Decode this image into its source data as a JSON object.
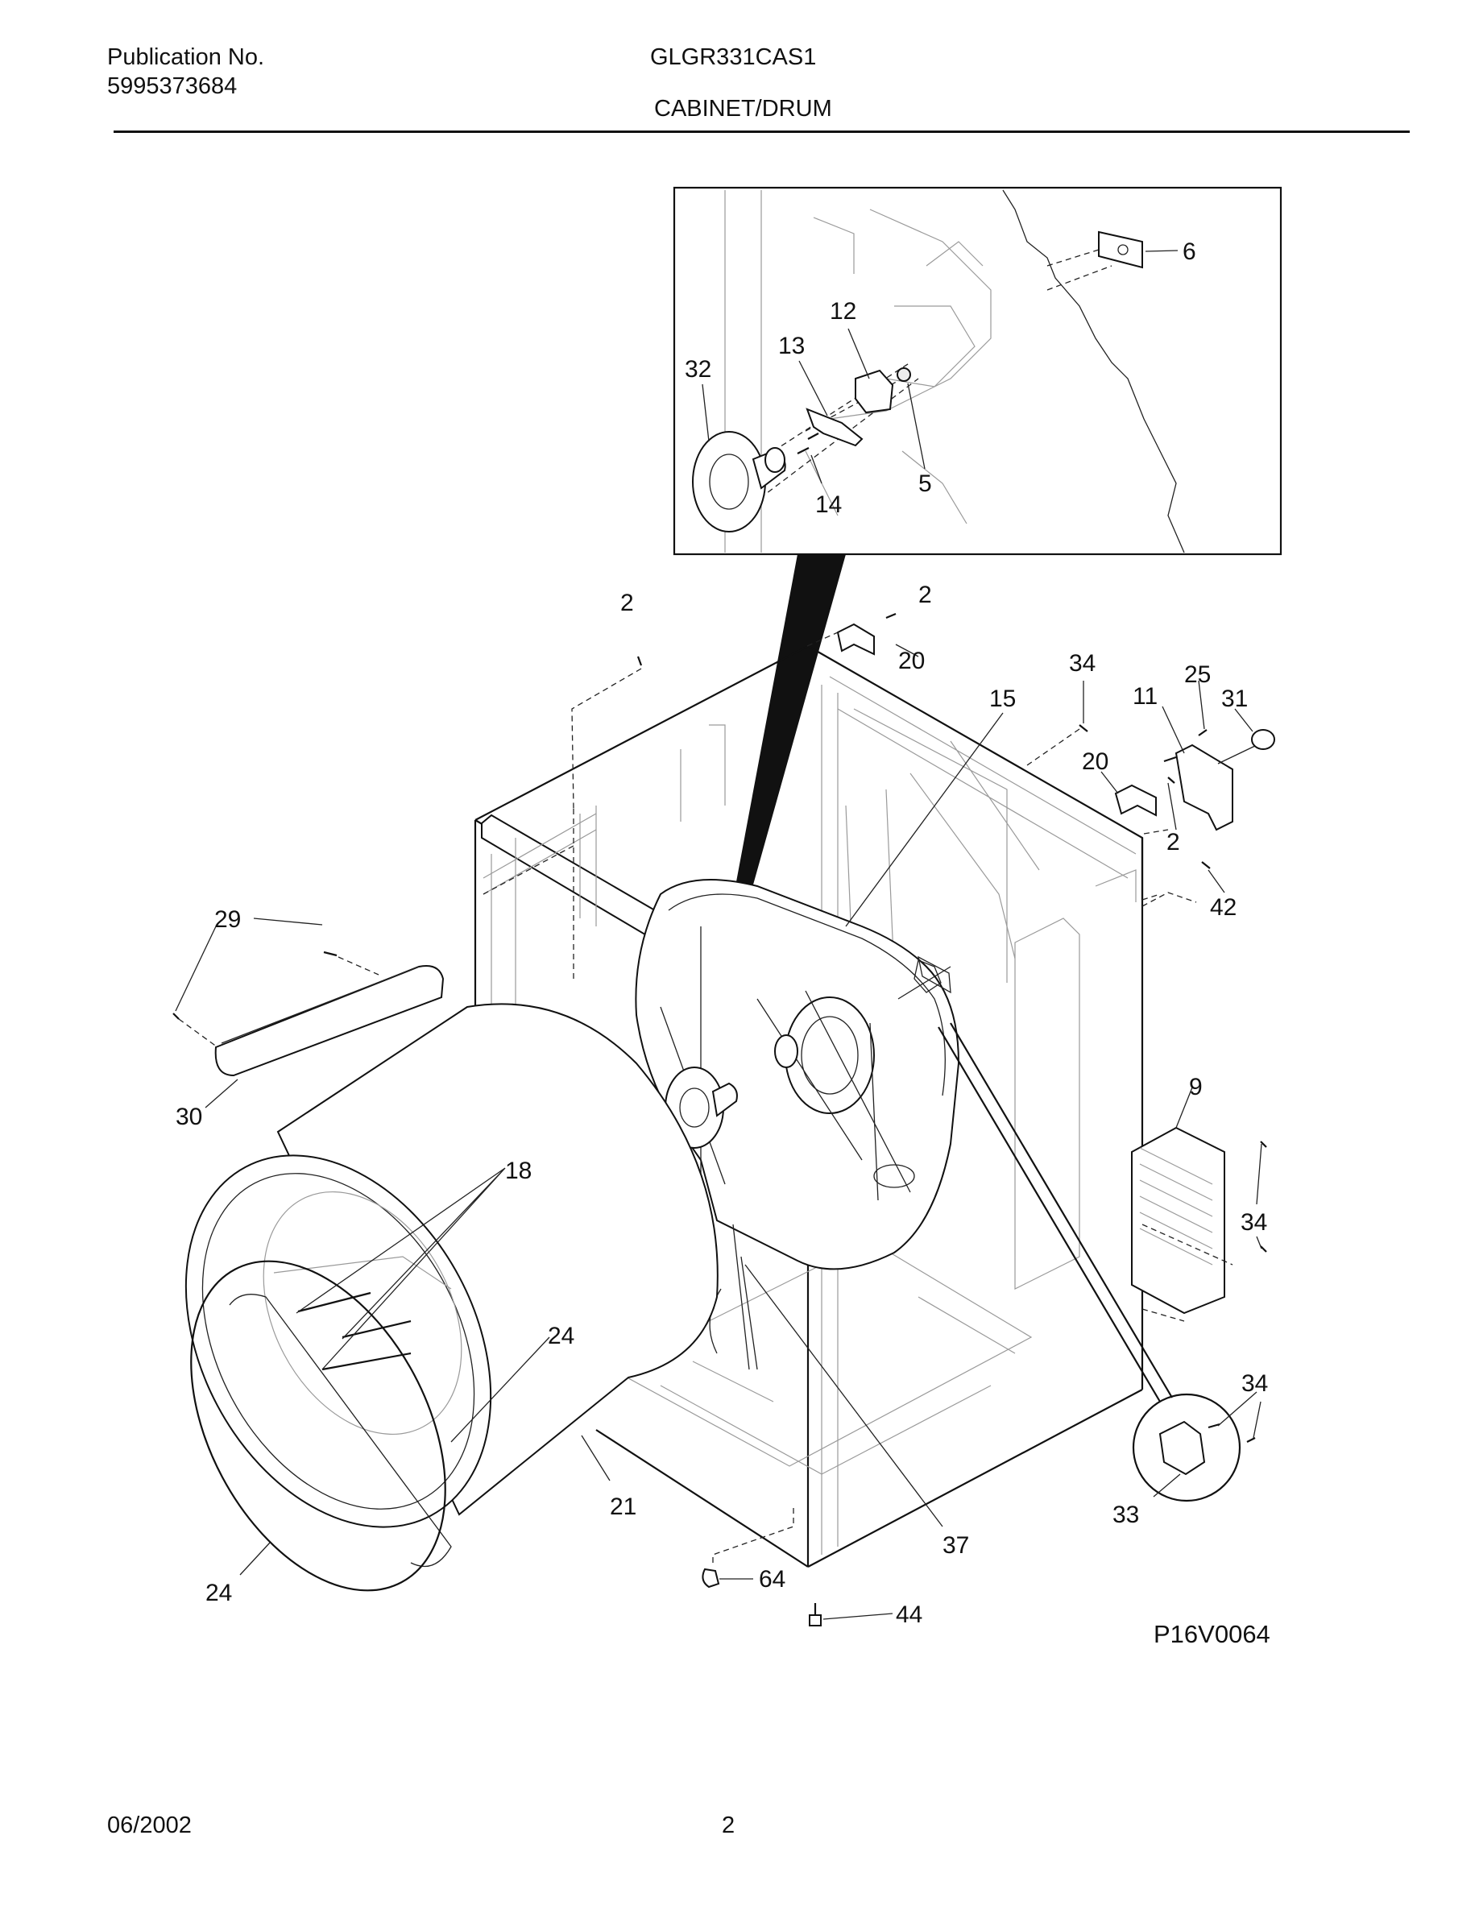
{
  "header": {
    "publication_label": "Publication No.",
    "publication_number": "5995373684",
    "model": "GLGR331CAS1",
    "section": "CABINET/DRUM"
  },
  "diagram": {
    "code": "P16V0064",
    "callouts": {
      "c6": "6",
      "c12": "12",
      "c13": "13",
      "c32": "32",
      "c5": "5",
      "c14": "14",
      "c2a": "2",
      "c2b": "2",
      "c20a": "20",
      "c34a": "34",
      "c25": "25",
      "c15": "15",
      "c11": "11",
      "c31": "31",
      "c20b": "20",
      "c2c": "2",
      "c42": "42",
      "c29": "29",
      "c30": "30",
      "c9": "9",
      "c18": "18",
      "c34b": "34",
      "c24a": "24",
      "c34c": "34",
      "c21": "21",
      "c33": "33",
      "c37": "37",
      "c24b": "24",
      "c64": "64",
      "c44": "44"
    }
  },
  "footer": {
    "date": "06/2002",
    "page": "2"
  }
}
